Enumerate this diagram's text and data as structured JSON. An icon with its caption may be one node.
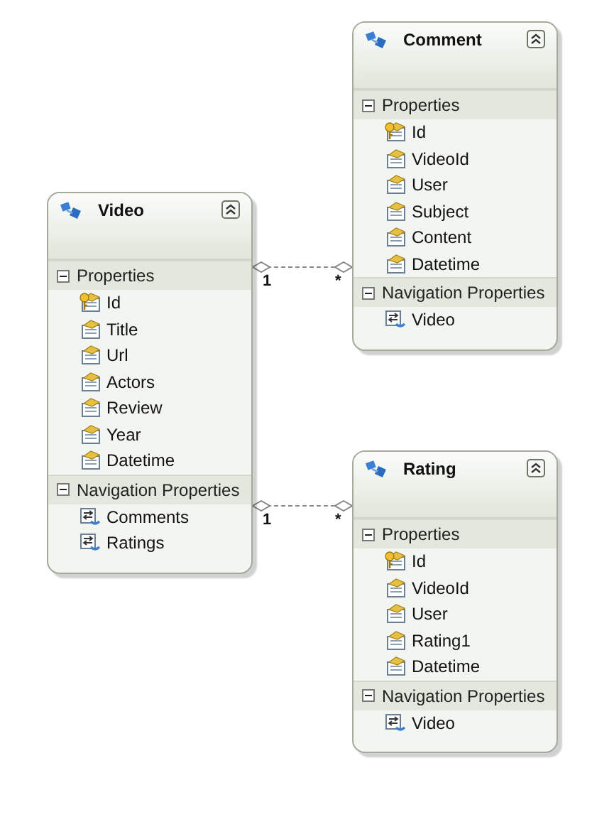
{
  "diagram": {
    "nodes": [
      {
        "text": [
          "Comment"
        ]
      },
      {
        "text": [
          "Properties",
          "Id",
          "VideoId",
          "User",
          "Subject",
          "Content",
          "Datetime"
        ],
        "in": 0
      },
      {
        "text": [
          "Navigation Properties",
          "Video"
        ],
        "in": 0
      },
      {
        "text": [
          "Video"
        ]
      },
      {
        "text": [
          "Properties",
          "Id",
          "Title",
          "Url",
          "Actors",
          "Review",
          "Year",
          "Datetime"
        ],
        "in": 3
      },
      {
        "text": [
          "Navigation Properties",
          "Comments",
          "Ratings"
        ],
        "in": 3
      },
      {
        "text": [
          "Rating"
        ]
      },
      {
        "text": [
          "Properties",
          "Id",
          "VideoId",
          "User",
          "Rating1",
          "Datetime"
        ],
        "in": 6
      },
      {
        "text": [
          "Navigation Properties",
          "Video"
        ],
        "in": 6
      }
    ],
    "edges": [
      {
        "from": 3,
        "to": 0,
        "arrow": "other",
        "style": "dashed"
      },
      {
        "from": 3,
        "to": 6,
        "arrow": "other",
        "style": "dashed"
      }
    ],
    "labels": [
      "1",
      "*",
      "1",
      "*"
    ]
  }
}
